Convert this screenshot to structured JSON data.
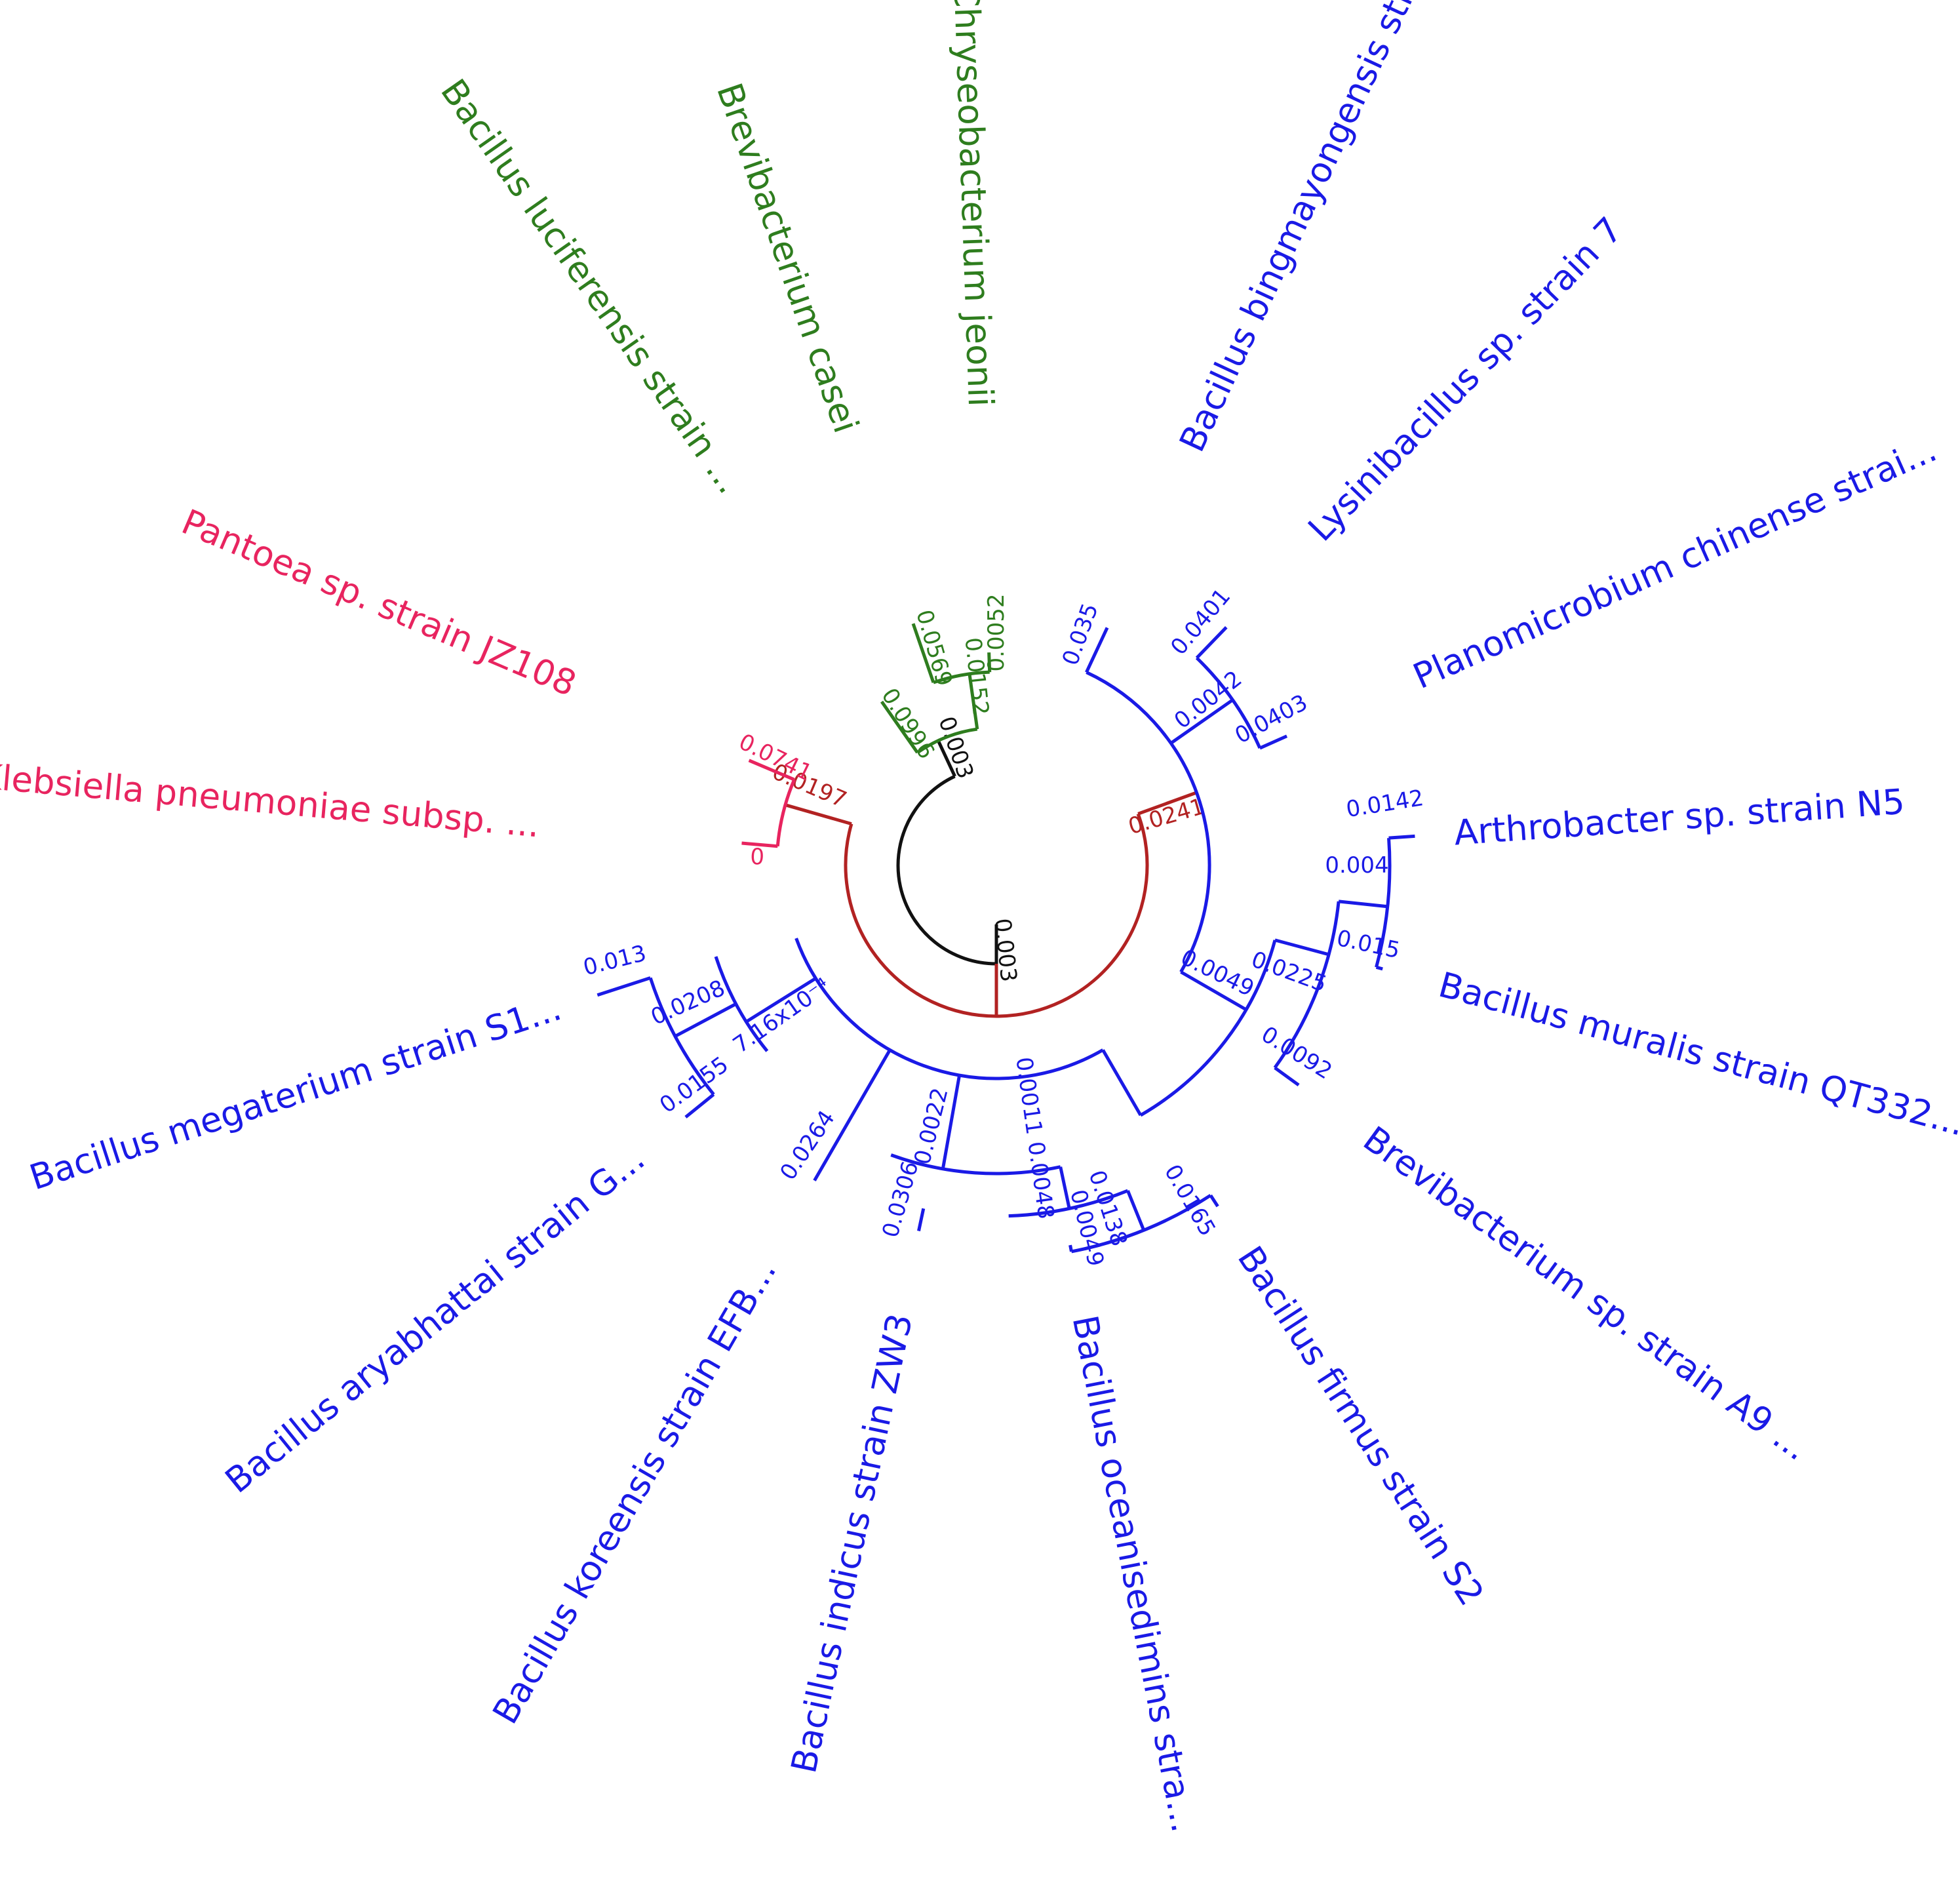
{
  "colors": {
    "blue": "#1a1ae6",
    "green": "#2e7d1e",
    "red": "#b22222",
    "pink": "#e8245f",
    "black": "#111111"
  },
  "leaves": [
    {
      "label": "Bacillus bingmayongensis stra...",
      "color": "blue",
      "angle": -65
    },
    {
      "label": "Lysinibacillus sp. strain 7",
      "color": "blue",
      "angle": -46
    },
    {
      "label": "Planomicrobium chinense strai...",
      "color": "blue",
      "angle": -24
    },
    {
      "label": "Arthrobacter sp. strain N5",
      "color": "blue",
      "angle": -4
    },
    {
      "label": "Bacillus muralis strain QT332...",
      "color": "blue",
      "angle": 15
    },
    {
      "label": "Brevibacterium sp. strain A9 ...",
      "color": "blue",
      "angle": 36
    },
    {
      "label": "Bacillus firmus strain S2",
      "color": "blue",
      "angle": 57
    },
    {
      "label": "Bacillus oceanisedimins stra...",
      "color": "blue",
      "angle": 79
    },
    {
      "label": "Bacillus indicus strain ZW3",
      "color": "blue",
      "angle": 102
    },
    {
      "label": "Bacillus koreensis strain EFB...",
      "color": "blue",
      "angle": 120
    },
    {
      "label": "Bacillus aryabhattai strain G...",
      "color": "blue",
      "angle": 141
    },
    {
      "label": "Bacillus megaterium strain S1...",
      "color": "blue",
      "angle": 162
    },
    {
      "label": "Klebsiella pneumoniae subsp. ...",
      "color": "pink",
      "angle": 185
    },
    {
      "label": "Pantoea sp. strain JZ108",
      "color": "pink",
      "angle": 203
    },
    {
      "label": "Bacillus luciferensis strain ...",
      "color": "green",
      "angle": 235
    },
    {
      "label": "Brevibacterium casei",
      "color": "green",
      "angle": 251
    },
    {
      "label": "Chryseobacterium jeonii",
      "color": "green",
      "angle": 268
    }
  ],
  "branch_lengths": {
    "b_bingmayongensis": "0.035",
    "b_lysinibacillus": "0.0401",
    "b_lys_plano_node": "0.0042",
    "b_planomicrobium": "0.0403",
    "b_blue_upper": "0.0241",
    "b_arthrobacter": "0.0142",
    "b_arth_mur_node": "0.004",
    "b_muralis": "0.015",
    "b_amb_node": "0.0225",
    "b_brevi_a9": "0.0092",
    "b_blue_mid": "0.0049",
    "b_blue_lower": "0.0011",
    "b_firmus": "0.0165",
    "b_ocean_firm_node": "0.0138",
    "b_oceanisedimins": "0.0049",
    "b_ofi_node": "0.0048",
    "b_indicus": "0.0306",
    "b_ind_node": "0.0022",
    "b_koreensis": "0.0264",
    "b_megaterium": "0.013",
    "b_mega_arya_node": "0.0208",
    "b_aryabhattai": "0.0155",
    "b_mega_group": "7.16x10⁻⁴",
    "b_root": "0.003",
    "b_pink_node": "0.0197",
    "b_klebsiella": "0",
    "b_pantoea": "0.0741",
    "b_green_node": "0.003",
    "b_luciferensis": "0.0996",
    "b_casei": "0.0569",
    "b_case_jeon_node": "0.0152",
    "b_jeonii": "0.0052"
  }
}
